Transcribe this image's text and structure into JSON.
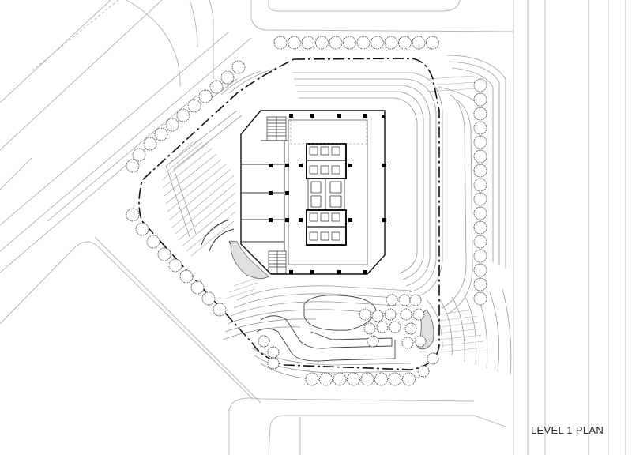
{
  "drawing": {
    "title": "LEVEL 1 PLAN"
  },
  "palette": {
    "line_light": "#b8b8b8",
    "line_mid": "#8a8a8a",
    "line_dark": "#1a1a1a",
    "column_fill": "#000000",
    "hatch_fill": "#cfcfcf"
  },
  "symbols": {
    "tree": "tree-symbol",
    "column": "structural-column",
    "stair": "stair-symbol",
    "elevator": "elevator-car"
  }
}
